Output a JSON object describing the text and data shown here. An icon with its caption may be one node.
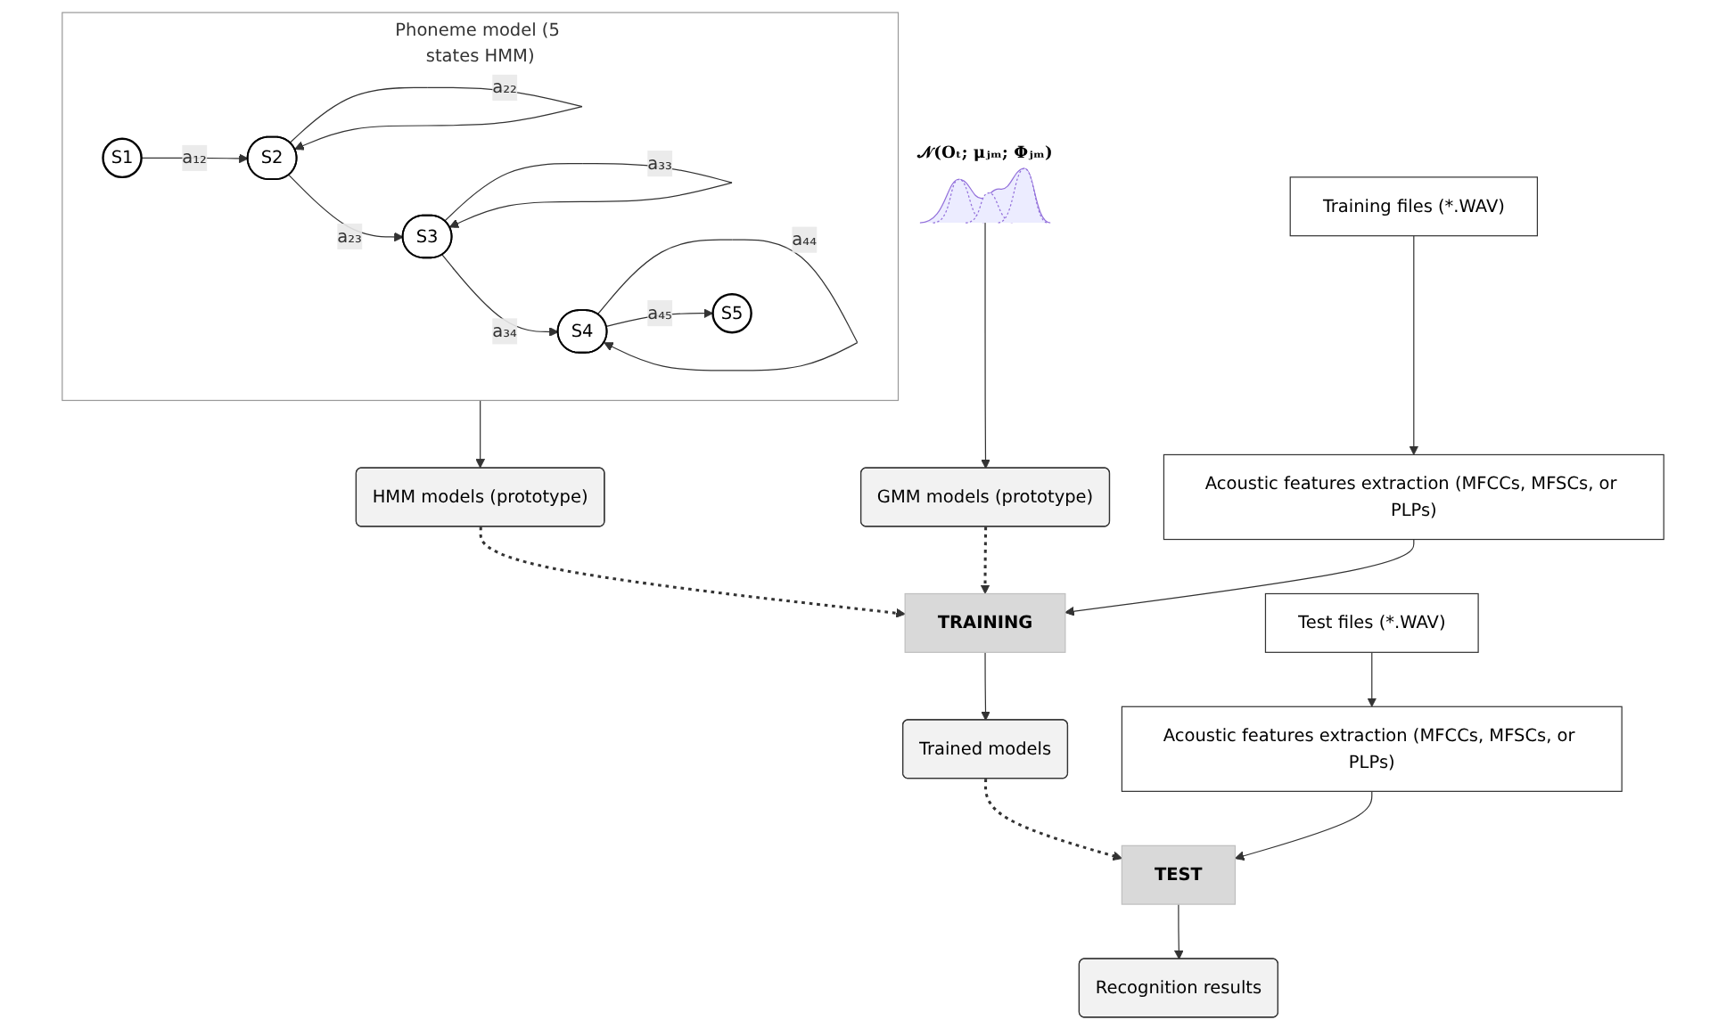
{
  "diagram": {
    "nodes": [
      {
        "text": [
          "Phoneme model (5 states HMM)"
        ]
      },
      {
        "text": [
          "S1"
        ],
        "in": 0
      },
      {
        "text": [
          "S2"
        ],
        "in": 0
      },
      {
        "text": [
          "S3"
        ],
        "in": 0
      },
      {
        "text": [
          "S4"
        ],
        "in": 0
      },
      {
        "text": [
          "S5"
        ],
        "in": 0
      },
      {
        "text": [
          "HMM models (prototype)"
        ]
      },
      {
        "text": [
          "GMM models (prototype)"
        ]
      },
      {
        "text": [],
        "shape": "picture",
        "beside": [
          "𝒩(Oₜ; μⱼₘ; Φⱼₘ)"
        ]
      },
      {
        "text": [
          "Training files (*.WAV)"
        ]
      },
      {
        "text": [
          "Acoustic features extraction (MFCCs, MFSCs, or PLPs)"
        ]
      },
      {
        "text": [
          "TRAINING"
        ]
      },
      {
        "text": [
          "Trained models"
        ]
      },
      {
        "text": [
          "Test files (*.WAV)"
        ]
      },
      {
        "text": [
          "Acoustic features extraction (MFCCs, MFSCs, or PLPs)"
        ]
      },
      {
        "text": [
          "TEST"
        ]
      },
      {
        "text": [
          "Recognition results"
        ]
      }
    ],
    "edges": [
      {
        "from": 1,
        "to": 2,
        "arrow": "to",
        "label": "a₁₂"
      },
      {
        "from": 2,
        "to": 2,
        "arrow": "to",
        "label": "a₂₂"
      },
      {
        "from": 2,
        "to": 3,
        "arrow": "to",
        "label": "a₂₃"
      },
      {
        "from": 3,
        "to": 3,
        "arrow": "to",
        "label": "a₃₃"
      },
      {
        "from": 3,
        "to": 4,
        "arrow": "to",
        "label": "a₃₄"
      },
      {
        "from": 4,
        "to": 4,
        "arrow": "to",
        "label": "a₄₄"
      },
      {
        "from": 4,
        "to": 5,
        "arrow": "to",
        "label": "a₄₅"
      },
      {
        "from": 0,
        "to": 6,
        "arrow": "to"
      },
      {
        "from": 8,
        "to": 7,
        "arrow": "to"
      },
      {
        "from": 6,
        "to": 11,
        "arrow": "to",
        "style": "dashed"
      },
      {
        "from": 7,
        "to": 11,
        "arrow": "to",
        "style": "dashed"
      },
      {
        "from": 9,
        "to": 10,
        "arrow": "to"
      },
      {
        "from": 10,
        "to": 11,
        "arrow": "to"
      },
      {
        "from": 11,
        "to": 12,
        "arrow": "to"
      },
      {
        "from": 12,
        "to": 15,
        "arrow": "to",
        "style": "dashed"
      },
      {
        "from": 13,
        "to": 14,
        "arrow": "to"
      },
      {
        "from": 14,
        "to": 15,
        "arrow": "to"
      },
      {
        "from": 15,
        "to": 16,
        "arrow": "to"
      }
    ]
  }
}
